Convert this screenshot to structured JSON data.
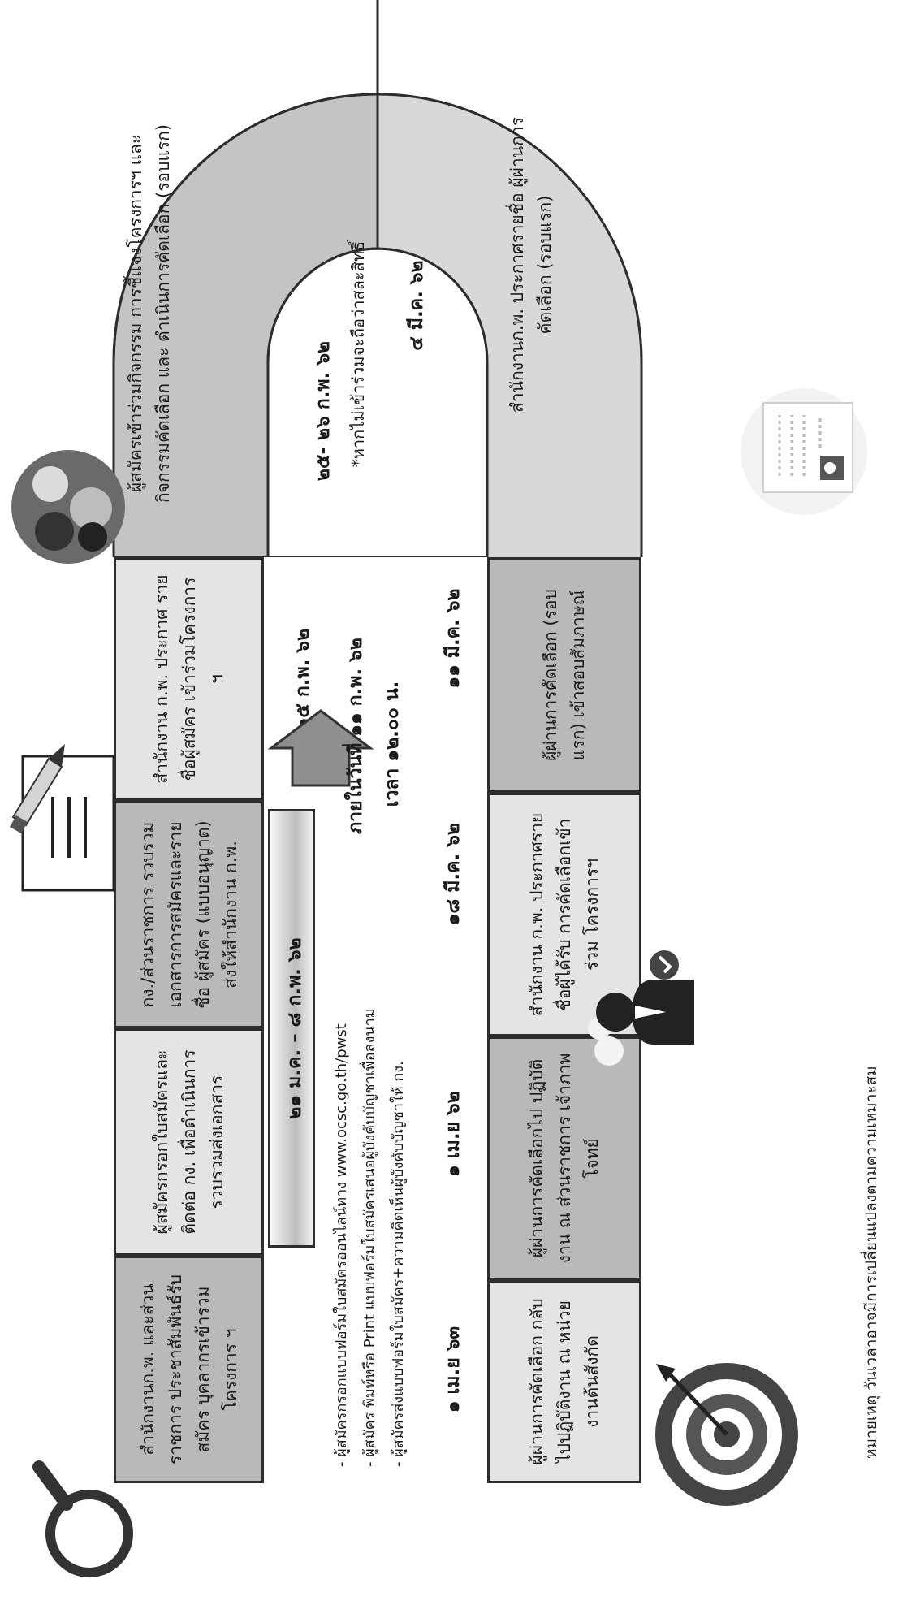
{
  "timeline": {
    "top_row": [
      {
        "text": "สำนักงานก.พ. และส่วนราชการ ประชาสัมพันธ์รับสมัคร บุคลากรเข้าร่วมโครงการ ฯ"
      },
      {
        "text": "ผู้สมัครกรอกใบสมัครและ ติดต่อ กง. เพื่อดำเนินการ รวบรวมส่งเอกสาร"
      },
      {
        "text": "กง./ส่วนราชการ รวบรวม เอกสารการสมัครและรายชื่อ ผู้สมัคร (แบบอนุญาต) ส่งให้สำนักงาน ก.พ."
      },
      {
        "text": "สำนักงาน ก.พ. ประกาศ รายชื่อผู้สมัคร เข้าร่วมโครงการ ฯ"
      }
    ],
    "curve_top_text": "ผู้สมัครเข้าร่วมกิจกรรม การชี้แจงโครงการฯ และ กิจกรรมคัดเลือก และ ดำเนินการคัดเลือก (รอบแรก)",
    "curve_bottom_text": "สำนักงานก.พ. ประกาศรายชื่อ ผู้ผ่านการคัดเลือก (รอบแรก)",
    "bottom_row": [
      {
        "text": "ผู้ผ่านการคัดเลือก (รอบแรก) เข้าสอบสัมภาษณ์"
      },
      {
        "text": "สำนักงาน ก.พ. ประกาศรายชื่อผู้ได้รับ การคัดเลือกเข้าร่วม โครงการฯ"
      },
      {
        "text": "ผู้ผ่านการคัดเลือกไป ปฏิบัติงาน ณ ส่วนราชการ เจ้าภาพโจทย์"
      },
      {
        "text": "ผู้ผ่านการคัดเลือก กลับไปปฏิบัติงาน ณ หน่วยงานต้นสังกัด"
      }
    ]
  },
  "dates": {
    "range": "๒๑ ม.ค. – ๘ ก.พ. ๖๒",
    "announce": "๑๕ ก.พ. ๖๒",
    "activity": "๒๕- ๒๖ ก.พ. ๖๒",
    "activity_note": "*หากไม่เข้าร่วมจะถือว่าสละสิทธิ์",
    "first_round": "๔ มี.ค. ๖๒",
    "interview": "๑๑ มี.ค. ๖๒",
    "final_announce": "๑๘ มี.ค. ๖๒",
    "start_work": "๑ เม.ย ๖๒",
    "return": "๑ เม.ย ๖๓"
  },
  "deadline": {
    "line1": "ภายในวันที่ ๑๑ ก.พ. ๖๒",
    "line2": "เวลา ๑๒.๐๐ น."
  },
  "notes": [
    "- ผู้สมัครกรอกแบบฟอร์มใบสมัครออนไลน์ทาง www.ocsc.go.th/pwst",
    "- ผู้สมัคร พิมพ์หรือ Print แบบฟอร์มใบสมัครเสนอผู้บังคับบัญชาเพื่อลงนาม",
    "- ผู้สมัครส่งแบบฟอร์มใบสมัคร+ความคิดเห็นผู้บังคับบัญชาให้ กง."
  ],
  "footer": "หมายเหตุ วันเวลาอาจมีการเปลี่ยนแปลงตามความเหมาะสม",
  "icons": [
    "magnifier-icon",
    "document-pencil-icon",
    "people-icon",
    "profile-document-icon",
    "businessman-icon",
    "target-icon",
    "arrow-right-icon"
  ]
}
